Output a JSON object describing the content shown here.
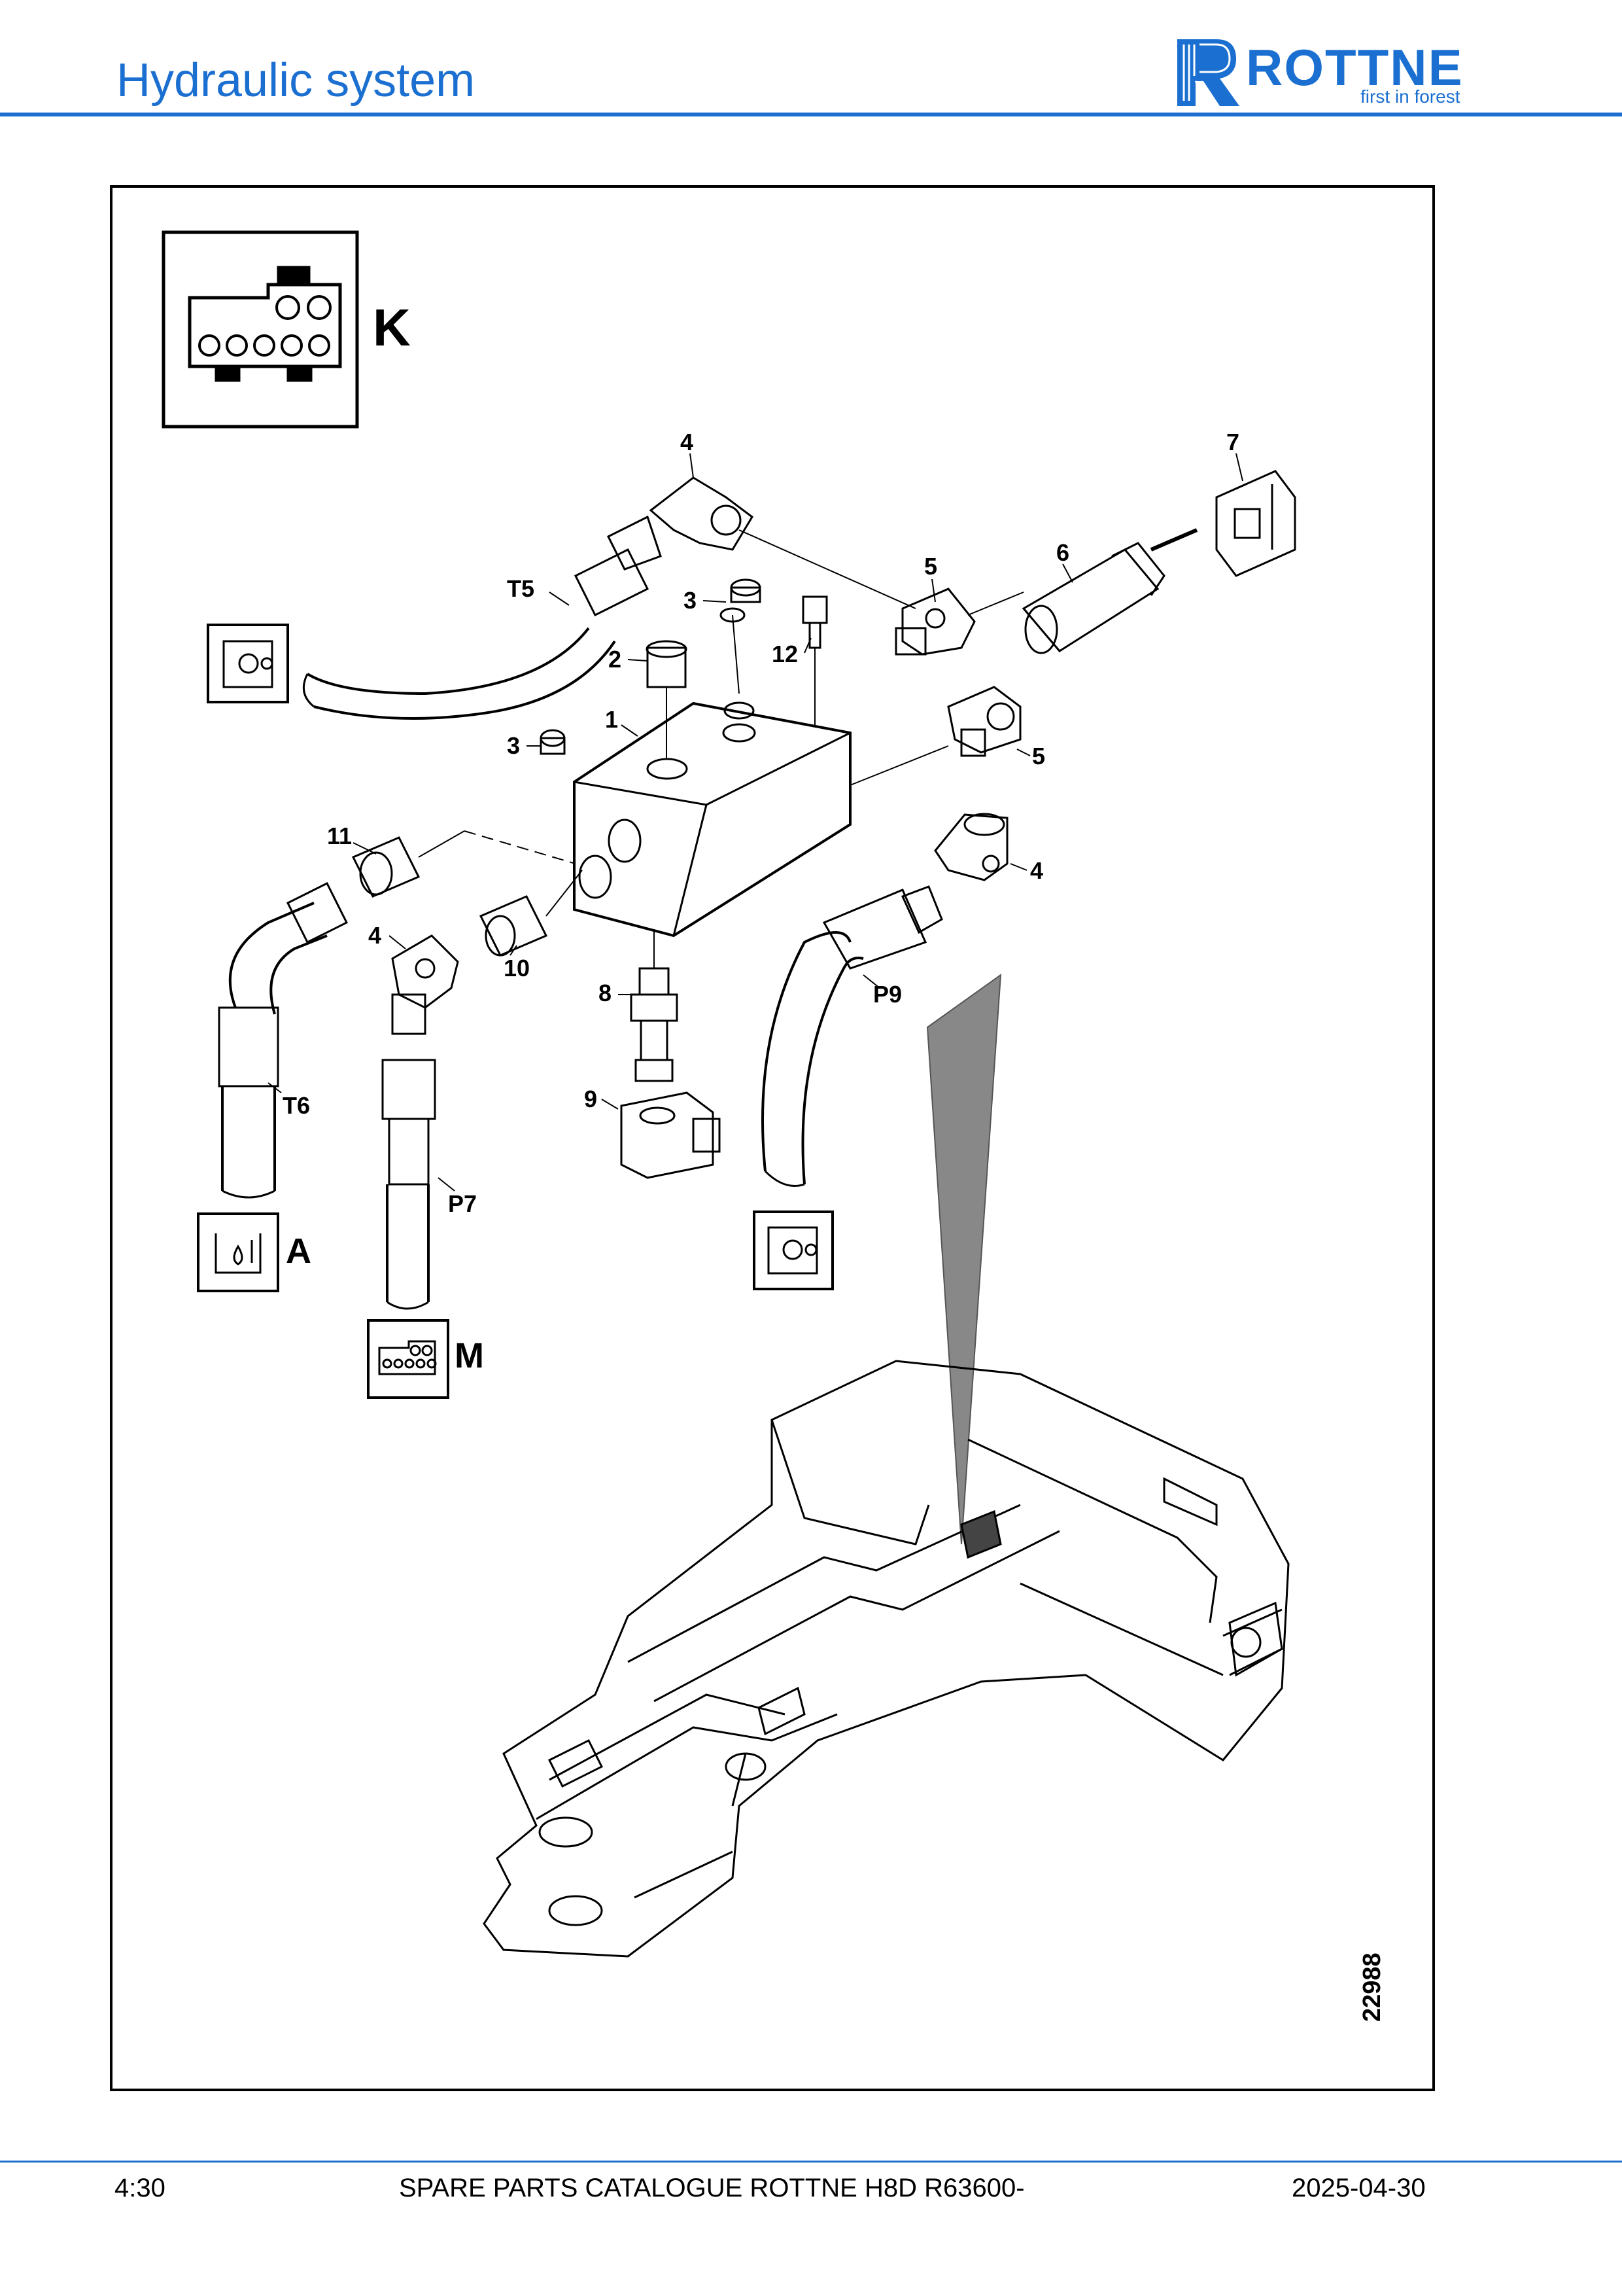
{
  "header": {
    "title": "Hydraulic system"
  },
  "logo": {
    "name": "ROTTNE",
    "tagline": "first in forest",
    "color": "#1a6fd0"
  },
  "diagram": {
    "drawing_number": "22988",
    "symbols": {
      "k": "K",
      "a": "A",
      "m": "M"
    },
    "callouts": {
      "c4_top": "4",
      "c7": "7",
      "c5_top": "5",
      "c6": "6",
      "t5": "T5",
      "c3_a": "3",
      "c12": "12",
      "c2": "2",
      "c1": "1",
      "c3_b": "3",
      "c5_right": "5",
      "c11": "11",
      "c4_right": "4",
      "c4_left": "4",
      "c10": "10",
      "c8": "8",
      "p9": "P9",
      "c9": "9",
      "t6": "T6",
      "p7": "P7"
    },
    "icons": [
      "connector-block-icon",
      "cooling-fan-icon",
      "tank-icon"
    ]
  },
  "footer": {
    "page": "4:30",
    "catalogue": "SPARE PARTS CATALOGUE ROTTNE H8D R63600-",
    "date": "2025-04-30"
  }
}
